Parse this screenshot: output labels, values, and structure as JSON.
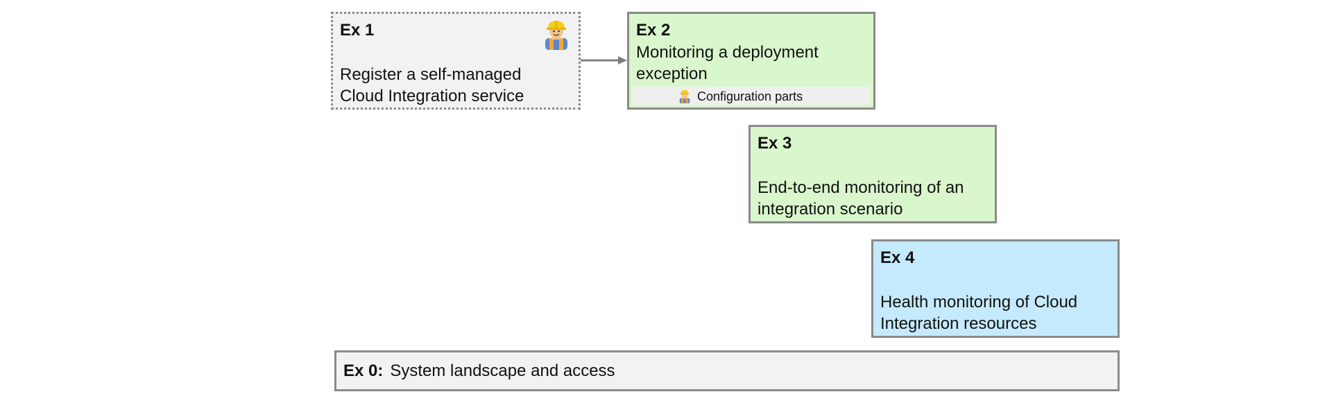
{
  "diagram": {
    "ex1": {
      "title": "Ex 1",
      "lines": [
        "Register a self-managed",
        "Cloud Integration service"
      ],
      "icon": "construction-worker-icon"
    },
    "ex2": {
      "title": "Ex 2",
      "lines": [
        "Monitoring a deployment",
        "exception"
      ],
      "config_label": "Configuration parts",
      "config_icon": "construction-worker-icon"
    },
    "ex3": {
      "title": "Ex 3",
      "lines": [
        "End-to-end monitoring of an",
        "integration scenario"
      ]
    },
    "ex4": {
      "title": "Ex 4",
      "lines": [
        "Health monitoring of Cloud",
        "Integration resources"
      ]
    },
    "ex0": {
      "title": "Ex 0:",
      "text": "System landscape and access"
    },
    "colors": {
      "grey_box": "#f2f2f2",
      "green_box": "#daf6cc",
      "blue_box": "#c5eafd",
      "border": "#8a8a8a",
      "arrow": "#7f7f7f"
    }
  }
}
